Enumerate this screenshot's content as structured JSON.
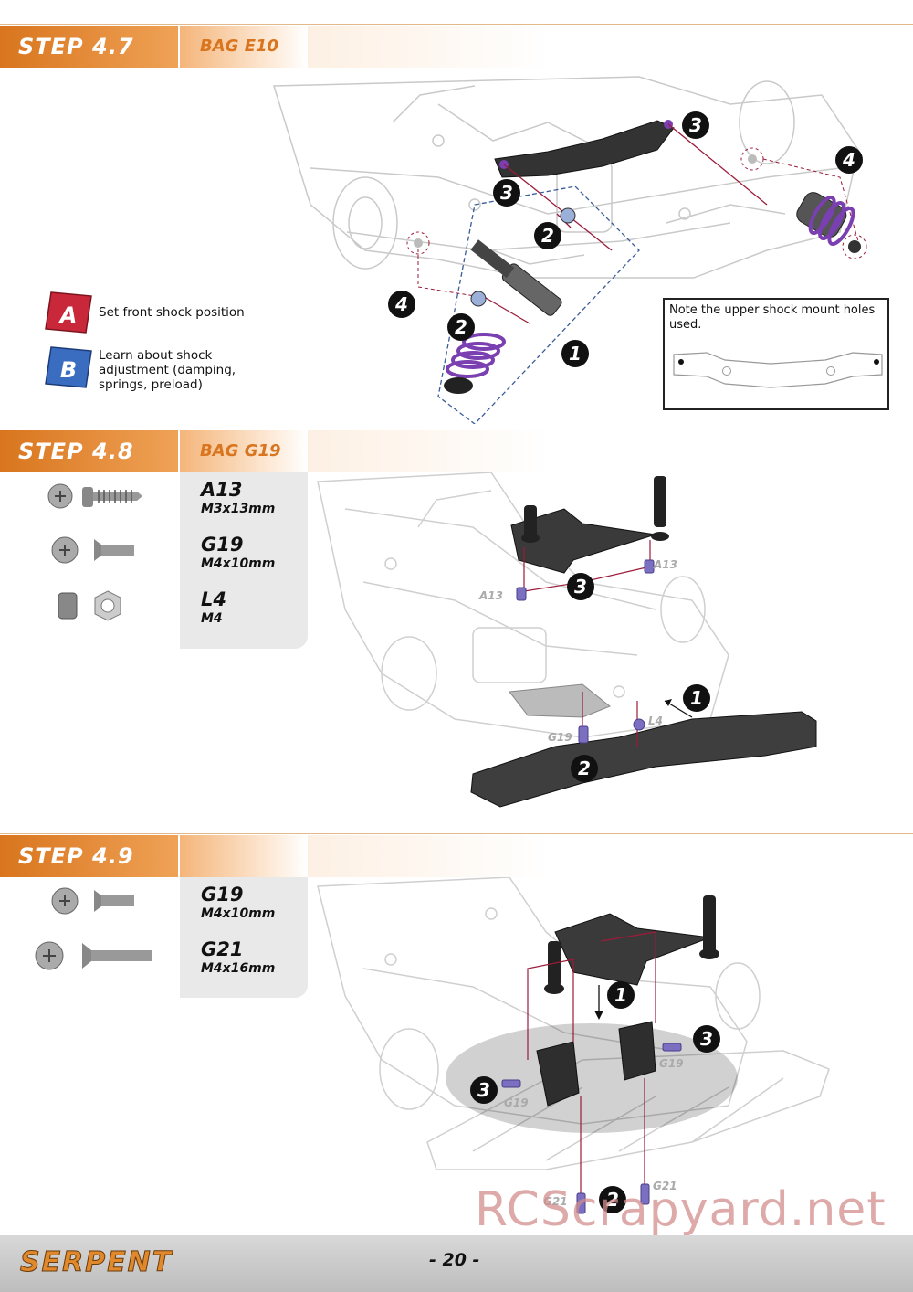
{
  "steps": [
    {
      "label": "STEP 4.7",
      "bag": "BAG E10"
    },
    {
      "label": "STEP 4.8",
      "bag": "BAG G19"
    },
    {
      "label": "STEP 4.9",
      "bag": ""
    }
  ],
  "step47": {
    "legend_a": {
      "letter": "A",
      "text": "Set front shock position"
    },
    "legend_b": {
      "letter": "B",
      "text": "Learn about shock adjustment (damping, springs, preload)"
    },
    "note": "Note the upper shock mount holes used.",
    "callouts": [
      "1",
      "2",
      "2",
      "3",
      "3",
      "4",
      "4"
    ]
  },
  "step48": {
    "parts": [
      {
        "code": "A13",
        "size": "M3x13mm"
      },
      {
        "code": "G19",
        "size": "M4x10mm"
      },
      {
        "code": "L4",
        "size": "M4"
      }
    ],
    "tags": [
      "A13",
      "A13",
      "G19",
      "L4"
    ],
    "callouts": [
      "1",
      "2",
      "3"
    ]
  },
  "step49": {
    "parts": [
      {
        "code": "G19",
        "size": "M4x10mm"
      },
      {
        "code": "G21",
        "size": "M4x16mm"
      }
    ],
    "tags": [
      "G19",
      "G19",
      "G21",
      "G21"
    ],
    "callouts": [
      "1",
      "2",
      "3",
      "3"
    ]
  },
  "footer": {
    "brand": "SERPENT",
    "page": "- 20 -"
  },
  "watermark": "RCScrapyard.net",
  "colors": {
    "orange": "#d9751e",
    "purple": "#7a3fb0",
    "red_line": "#9c1b3a",
    "blue_dash": "#3a5c9a"
  }
}
